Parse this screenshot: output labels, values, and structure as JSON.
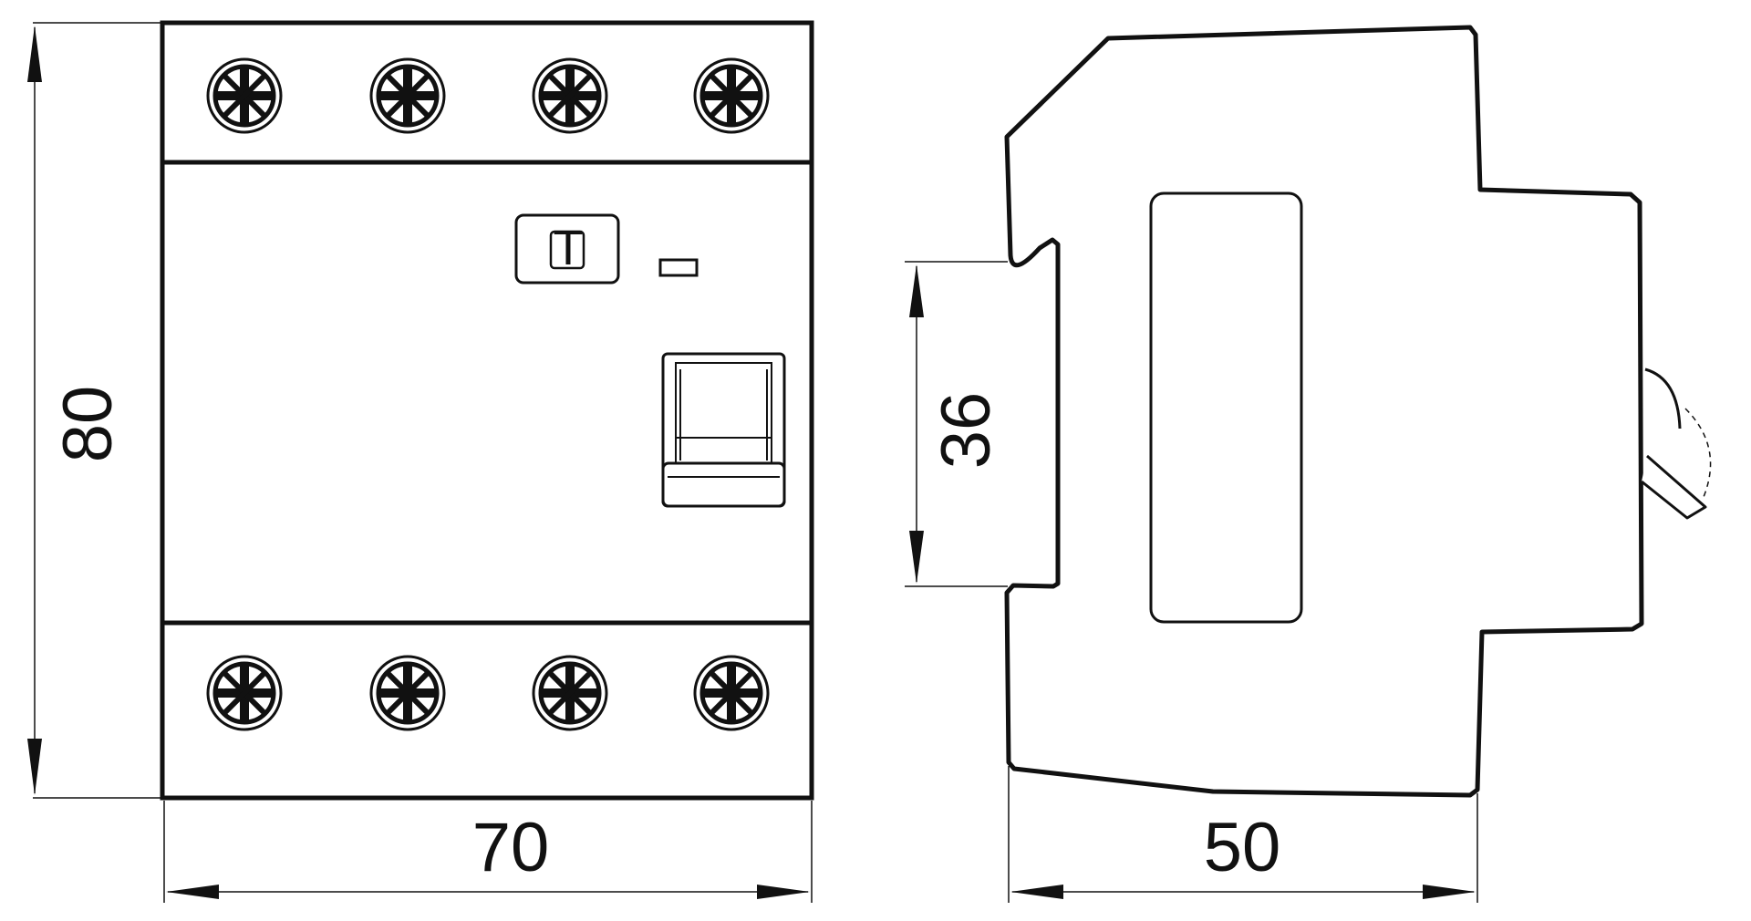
{
  "drawing": {
    "front_view": {
      "test_button_label": "T"
    },
    "dimensions": {
      "height": "80",
      "width": "70",
      "rail": "36",
      "depth": "50"
    },
    "colors": {
      "line": "#111111",
      "background": "#ffffff"
    }
  }
}
